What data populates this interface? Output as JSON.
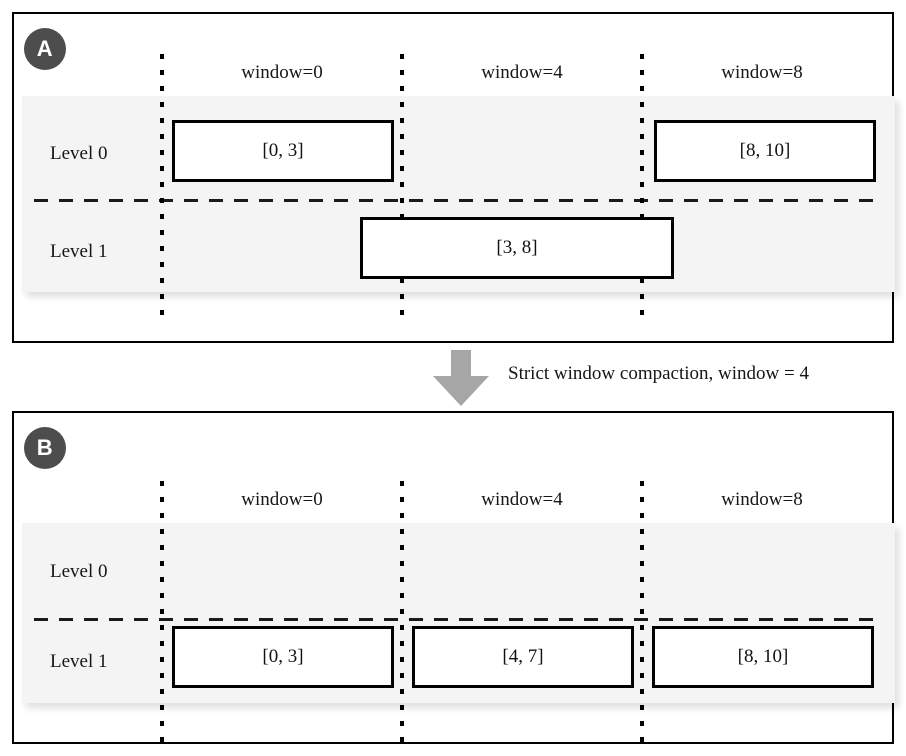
{
  "figure": {
    "type": "lsm-compaction-diagram",
    "transition": {
      "caption": "Strict window compaction, window = 4",
      "arrow_icon": "down-arrow-icon",
      "arrow_color": "#a6a6a6"
    },
    "columns": [
      {
        "label": "window=0"
      },
      {
        "label": "window=4"
      },
      {
        "label": "window=8"
      }
    ],
    "rows": [
      {
        "label": "Level 0"
      },
      {
        "label": "Level 1"
      }
    ],
    "colors": {
      "badge_fill": "#4d4d4d",
      "badge_text": "#ffffff",
      "band_fill": "#f4f4f4",
      "panel_border": "#000000",
      "box_border": "#000000",
      "box_fill": "#ffffff",
      "arrow_fill": "#a6a6a6"
    },
    "panels": [
      {
        "id": "A",
        "badge": "A",
        "intervals": [
          {
            "label": "[0, 3]",
            "level": "Level 0",
            "window": "window=0"
          },
          {
            "label": "[8, 10]",
            "level": "Level 0",
            "window": "window=8"
          },
          {
            "label": "[3, 8]",
            "level": "Level 1",
            "window": "window=4"
          }
        ]
      },
      {
        "id": "B",
        "badge": "B",
        "intervals": [
          {
            "label": "[0, 3]",
            "level": "Level 1",
            "window": "window=0"
          },
          {
            "label": "[4, 7]",
            "level": "Level 1",
            "window": "window=4"
          },
          {
            "label": "[8, 10]",
            "level": "Level 1",
            "window": "window=8"
          }
        ]
      }
    ]
  }
}
